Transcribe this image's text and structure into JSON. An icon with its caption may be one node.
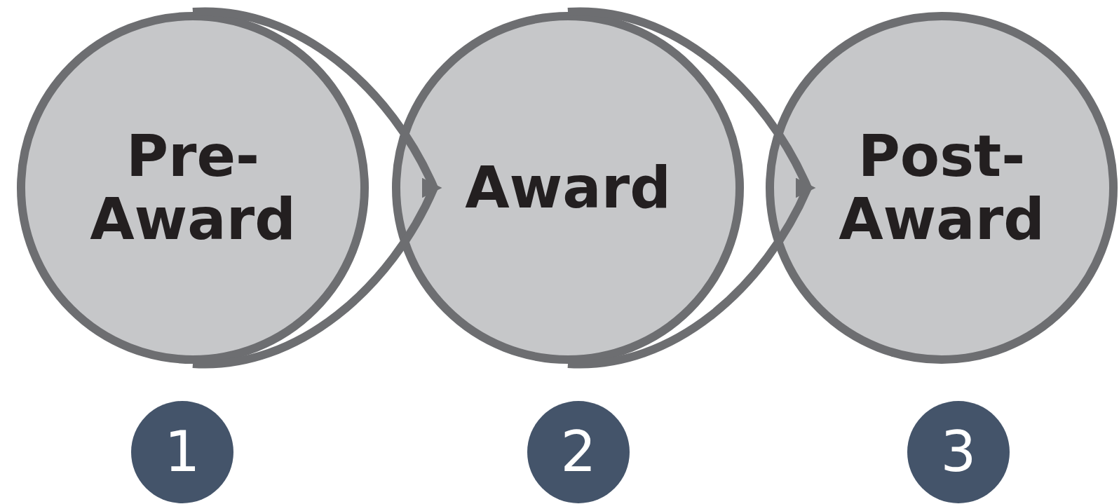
{
  "diagram": {
    "nodes": [
      {
        "text": [
          "Pre-Award"
        ]
      },
      {
        "text": [
          "Award"
        ]
      },
      {
        "text": [
          "Post-Award"
        ]
      },
      {
        "text": [
          "1"
        ]
      },
      {
        "text": [
          "2"
        ]
      },
      {
        "text": [
          "3"
        ]
      }
    ],
    "edges": [
      {
        "from": 0,
        "to": 1,
        "arrow": "to"
      },
      {
        "from": 1,
        "to": 2,
        "arrow": "to"
      }
    ]
  }
}
